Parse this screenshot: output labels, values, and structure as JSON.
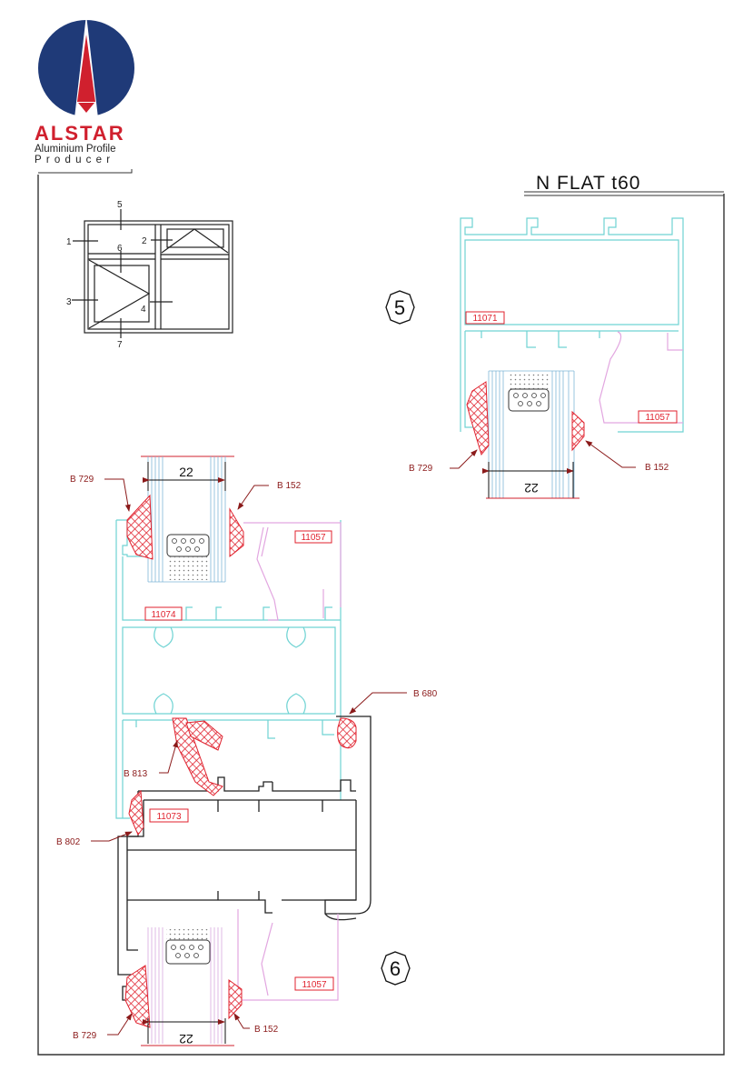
{
  "logo": {
    "brand_name": "ALSTAR",
    "tagline_1": "Aluminium Profile",
    "tagline_2": "Producer",
    "colors": {
      "blue": "#1f3a78",
      "red": "#d0202e"
    }
  },
  "title": "N FLAT t60",
  "key_diagram": {
    "labels": [
      "1",
      "2",
      "3",
      "4",
      "5",
      "6",
      "7"
    ]
  },
  "detail_5": {
    "marker": "5",
    "profiles": [
      "11071",
      "11057"
    ],
    "gaskets": [
      "B 729",
      "B 152"
    ],
    "glass_dimension": "22"
  },
  "detail_6": {
    "marker": "6",
    "profiles": [
      "11057",
      "11074",
      "11073",
      "11057"
    ],
    "gaskets": [
      "B 729",
      "B 152",
      "B 680",
      "B 813",
      "B 802",
      "B 729",
      "B 152"
    ],
    "glass_dimension_top": "22",
    "glass_dimension_bottom": "22"
  },
  "colors": {
    "frame": "#6fd3d3",
    "bead": "#e2a6e0",
    "gasket": "#e0222e",
    "leader": "#8b1a1a",
    "sash": "#222222"
  }
}
